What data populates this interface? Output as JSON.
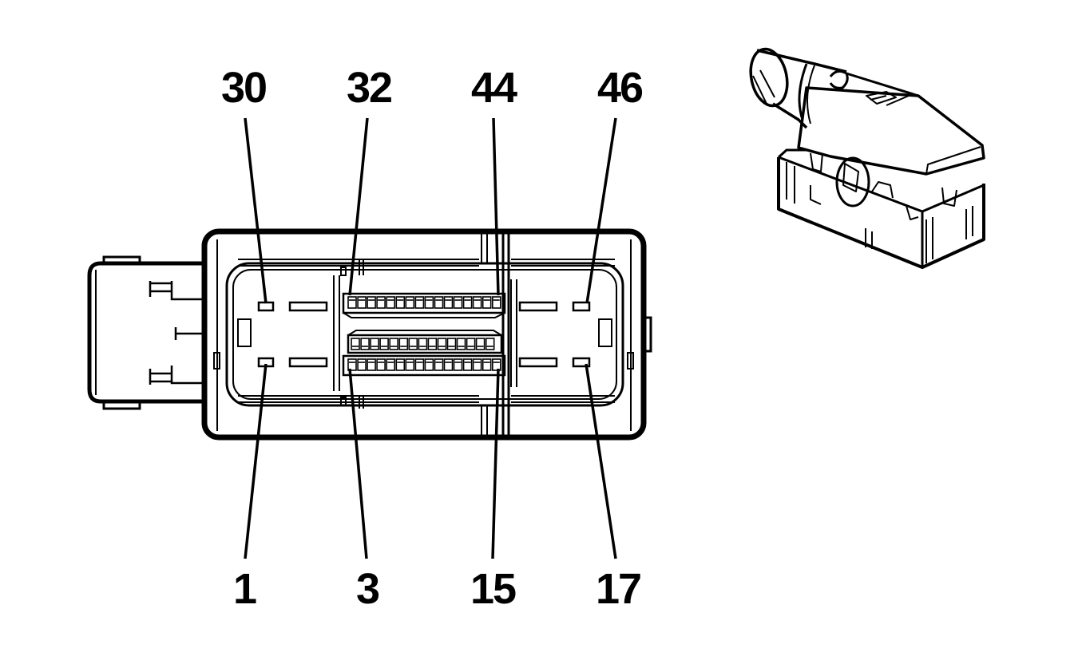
{
  "connector": {
    "pin_labels_top": [
      "30",
      "32",
      "44",
      "46"
    ],
    "pin_labels_bottom": [
      "1",
      "3",
      "15",
      "17"
    ]
  },
  "colors": {
    "line": "#000000",
    "background": "#ffffff"
  }
}
